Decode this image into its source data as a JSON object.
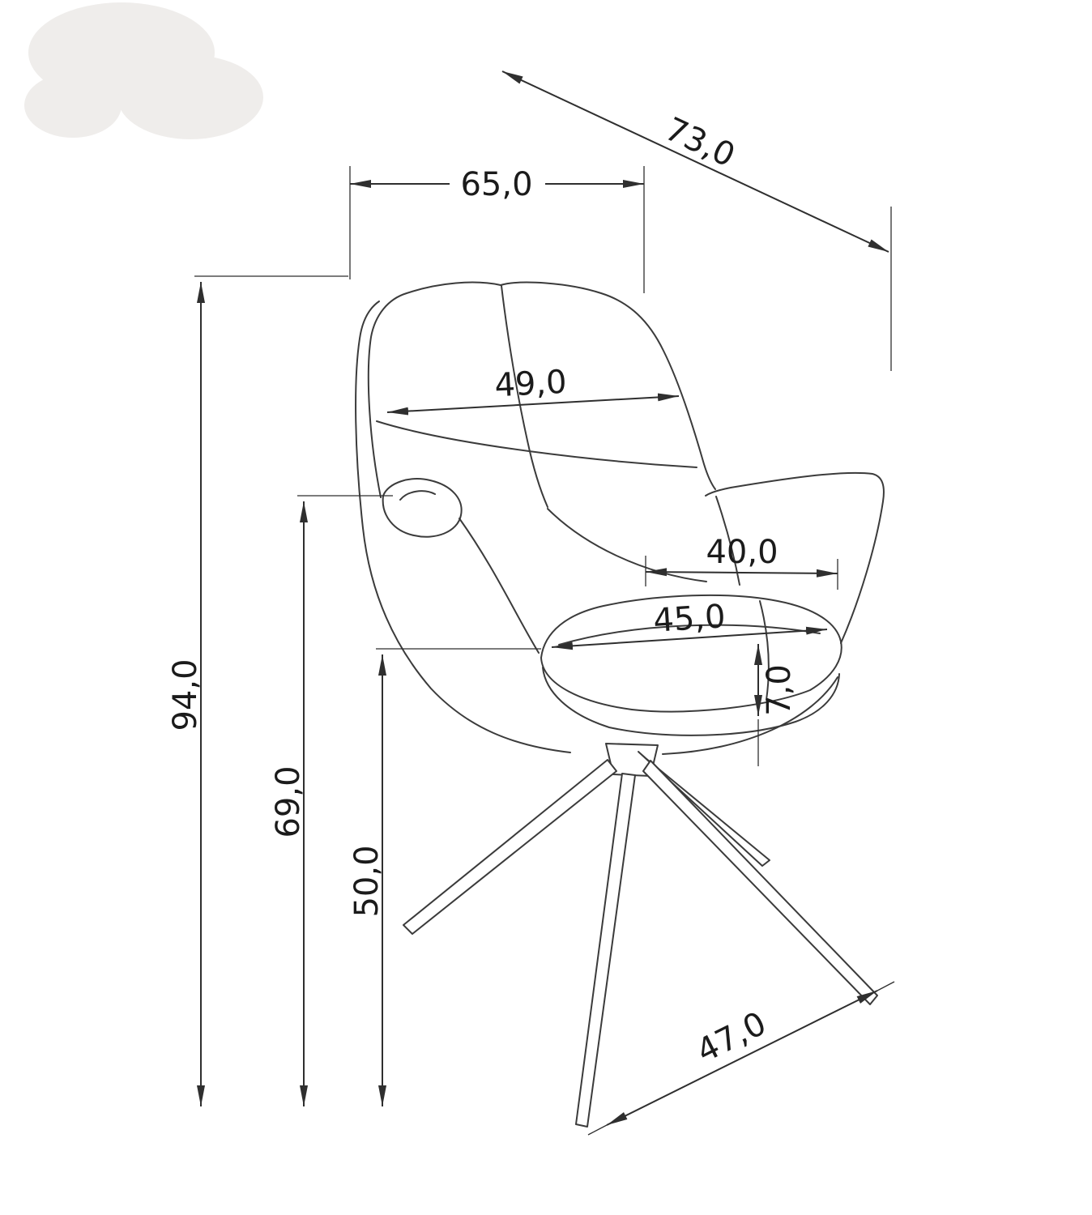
{
  "drawing": {
    "type": "furniture-dimension-diagram",
    "subject": "armchair with four splayed metal legs",
    "units": "cm (decimal comma)",
    "line_color": "#3b3b3b",
    "background": "#ffffff",
    "dims": {
      "overall_width": "65,0",
      "depth": "73,0",
      "backrest_width": "49,0",
      "seat_depth": "40,0",
      "seat_width": "45,0",
      "cushion_thickness": "7,0",
      "total_height": "94,0",
      "armrest_height": "69,0",
      "seat_height": "50,0",
      "base_span": "47,0"
    }
  }
}
